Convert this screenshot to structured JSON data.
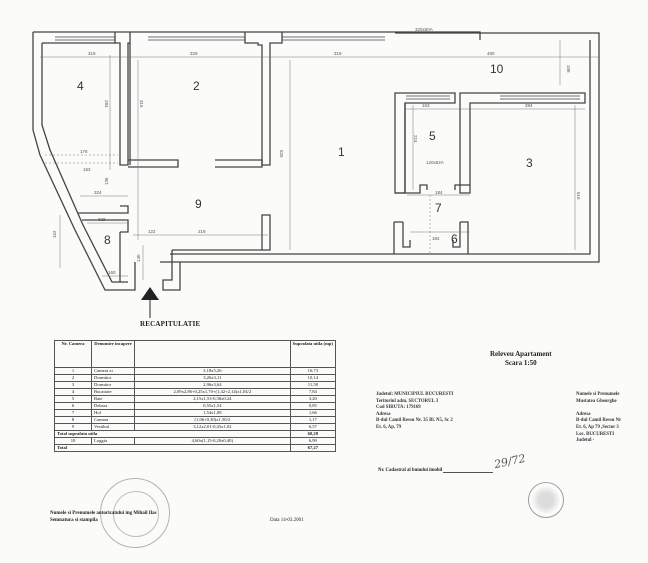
{
  "plan": {
    "rooms": [
      {
        "id": "1",
        "label": "1"
      },
      {
        "id": "2",
        "label": "2"
      },
      {
        "id": "3",
        "label": "3"
      },
      {
        "id": "4",
        "label": "4"
      },
      {
        "id": "5",
        "label": "5"
      },
      {
        "id": "6",
        "label": "6"
      },
      {
        "id": "7",
        "label": "7"
      },
      {
        "id": "8",
        "label": "8"
      },
      {
        "id": "9",
        "label": "9"
      },
      {
        "id": "10",
        "label": "10"
      }
    ],
    "dimensions": {
      "d_room4_width": "319",
      "d_room2_width": "329",
      "d_room1_width": "319",
      "d_room10_width": "480",
      "d_top_window": "320x50A",
      "d_room5_width": "163",
      "d_room3_width": "384",
      "d_room4_height": "284",
      "d_room2_height": "315",
      "d_room1_height": "526",
      "d_room5_height": "215",
      "d_door5": "120x52A",
      "d_room7_width": "184",
      "d_room6_width": "184",
      "d_room3_height": "516",
      "d_room9_a": "122",
      "d_room9_b": "219",
      "d_room8_a": "324",
      "d_room8_b": "328",
      "d_room8_c": "160",
      "d_room8_height": "152",
      "d_left_1": "176",
      "d_left_2": "163",
      "d_left_3": "136",
      "d_room10_height": "108",
      "d_entry": "140"
    }
  },
  "recap": {
    "title": "RECAPITULATIE",
    "headers": {
      "nr": "Nr. Camera",
      "name": "Denumire incapere",
      "calc": "",
      "area": "Suprafata utila (mp)"
    },
    "rows": [
      {
        "nr": "1",
        "name": "Camera zi",
        "calc": "3,18x5,26",
        "area": "16,73"
      },
      {
        "nr": "2",
        "name": "Dormitor",
        "calc": "3,26x3,11",
        "area": "10,14"
      },
      {
        "nr": "3",
        "name": "Dormitor",
        "calc": "2,96x3,64",
        "area": "11,58"
      },
      {
        "nr": "4",
        "name": "Bucatarie",
        "calc": "2,09x2,86+0,25x1,70+(1,42+2,14)x1,04/2",
        "area": "7,84"
      },
      {
        "nr": "5",
        "name": "Baie",
        "calc": "2,15x1,53-0,38x0,24",
        "area": "3,20"
      },
      {
        "nr": "6",
        "name": "Debara",
        "calc": "0,55x1,54",
        "area": "0,85"
      },
      {
        "nr": "7",
        "name": "Hol",
        "calc": "1,54x1,08",
        "area": "1,66"
      },
      {
        "nr": "8",
        "name": "Camara",
        "calc": "(1,06+0,30)x1,50/2",
        "area": "1,17"
      },
      {
        "nr": "9",
        "name": "Vestibul",
        "calc": "3,12x2,01-0,45x1,02",
        "area": "6,57"
      }
    ],
    "subtotal": {
      "label": "Total suprafata utila",
      "area": "60,28"
    },
    "extra_rows": [
      {
        "nr": "10",
        "name": "Loggia",
        "calc": "4,60x(1,15-0,20x0,40)",
        "area": "6,99"
      }
    ],
    "total": {
      "label": "Total",
      "area": "67,27"
    }
  },
  "signature_left": {
    "line1": "Numele si Prenumele autorizatului ing Mihail Ilas",
    "line2": "Semnatura si stampila"
  },
  "date": "Data 14-03.2001",
  "title_block": {
    "title": "Releveu Apartament",
    "scale": "Scara 1:50"
  },
  "address_left": {
    "lines": [
      "Judetul: MUNICIPIUL BUCURESTI",
      "Teritoriul adm. SECTORUL 3",
      "Cod SIRUTA: 179169",
      "Adresa",
      "B-dul Camil Ressu Nr. 35 Bl. N5, Sc 2",
      "Et. 6, Ap. 79"
    ],
    "cadastral_label": "Nr. Cadastral al bunului imobil",
    "cadastral_value": "29/72"
  },
  "address_right": {
    "lines": [
      "Numele si Prenumele",
      "Mustatea Gheorghe",
      "",
      "Adresa",
      "B-dul Camil Ressu Nr",
      "Et. 6, Ap 79 ,Sector 3",
      "Loc. BUCURESTI",
      "Judetul -"
    ]
  }
}
